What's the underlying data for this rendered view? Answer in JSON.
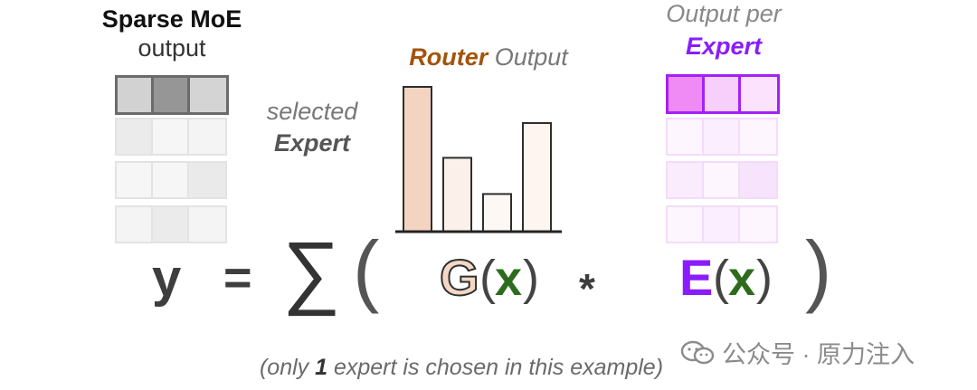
{
  "moe": {
    "title": "Sparse MoE",
    "subtitle": "output",
    "top_row_colors": [
      "#d2d2d2",
      "#969696",
      "#d4d4d4"
    ],
    "faded_rows": [
      [
        "#ebebeb",
        "#f6f6f6",
        "#f4f4f4"
      ],
      [
        "#f6f6f6",
        "#f6f6f6",
        "#eaeaea"
      ],
      [
        "#f4f4f4",
        "#ebebeb",
        "#f4f4f4"
      ]
    ]
  },
  "selected": {
    "line1": "selected",
    "line2": "Expert"
  },
  "router": {
    "title_strong": "Router",
    "title_rest": " Output",
    "bar_fills": [
      "#f2d4c0",
      "#fcf1ea",
      "#fef8f4",
      "#fdf5ef"
    ],
    "bar_stroke": "#2e2e2e",
    "baseline_color": "#222222"
  },
  "chart_data": {
    "type": "bar",
    "categories": [
      "",
      "",
      "",
      ""
    ],
    "values": [
      100,
      51,
      26,
      75
    ],
    "title": "",
    "xlabel": "",
    "ylabel": "",
    "ylim": [
      0,
      100
    ]
  },
  "output_per_expert": {
    "line1": "Output per",
    "line2": "Expert",
    "top_row_colors": [
      "#f08bf6",
      "#f7cffb",
      "#fbe3fd"
    ],
    "faded_rows": [
      [
        "#fdf6fe",
        "#fbeefe",
        "#fdf6fe"
      ],
      [
        "#faecfd",
        "#fdf6fe",
        "#f7e3fc"
      ],
      [
        "#fdf6fe",
        "#fbeefe",
        "#fdf6fe"
      ]
    ]
  },
  "equation": {
    "y": "y",
    "equals": "=",
    "sum": "∑",
    "lparen": "(",
    "g": "G",
    "gx_lp": "(",
    "gx_x": "x",
    "gx_rp": ")",
    "times": "*",
    "e": "E",
    "ex_lp": "(",
    "ex_x": "x",
    "ex_rp": ")",
    "rparen": ")"
  },
  "note": {
    "before": "(only ",
    "bold": "1",
    "after": " expert is chosen in this example)"
  },
  "watermark": {
    "icon": "wechat-icon",
    "text": "公众号 · 原力注入"
  }
}
